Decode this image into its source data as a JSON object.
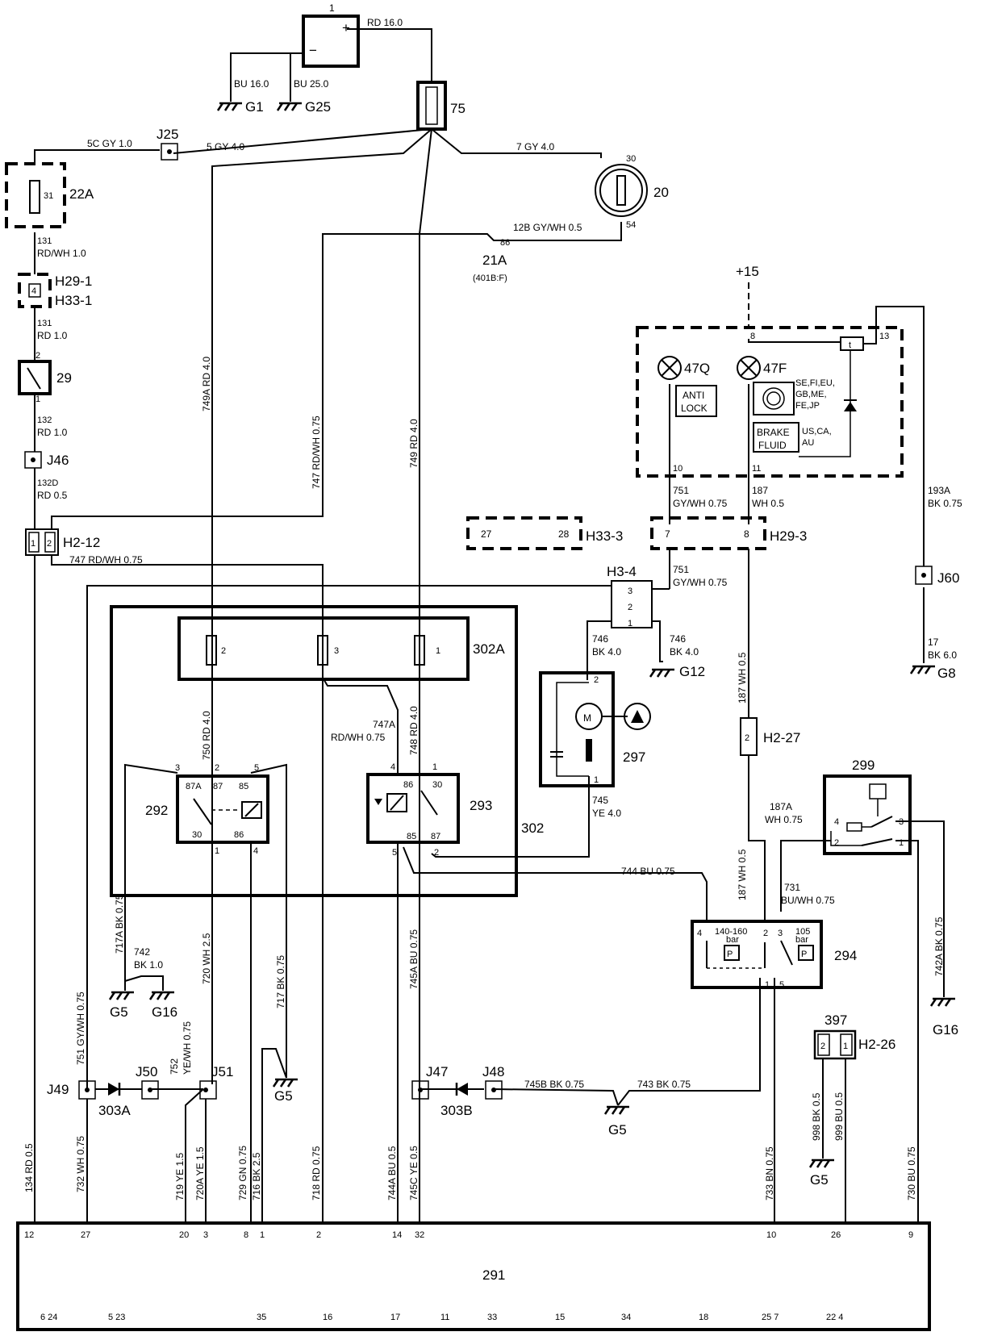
{
  "components": {
    "battery": "1",
    "fuse_box": "75",
    "ignition_switch": "20",
    "fuse_22a": "22A",
    "fuse_22a_pin": "31",
    "junction_21a": "21A",
    "junction_21a_ref": "(401B:F)",
    "junction_21a_pin": "86",
    "brake_switch": "29",
    "relay_box": "302",
    "fuse_block": "302A",
    "relay_292": "292",
    "relay_293": "293",
    "pump_motor": "297",
    "pressure_switch": "294",
    "switch_299": "299",
    "diode_303a": "303A",
    "diode_303b": "303B",
    "connector_397": "397",
    "control_unit": "291",
    "lamp_47q": "47Q",
    "lamp_47f": "47F",
    "plus15": "+15"
  },
  "connectors": {
    "h29_1": "H29-1",
    "h33_1": "H33-1",
    "h2_12": "H2-12",
    "h33_3": "H33-3",
    "h29_3": "H29-3",
    "h3_4": "H3-4",
    "h2_27": "H2-27",
    "h2_26": "H2-26"
  },
  "junctions": {
    "j25": "J25",
    "j46": "J46",
    "j49": "J49",
    "j50": "J50",
    "j51": "J51",
    "j47": "J47",
    "j48": "J48",
    "j60": "J60"
  },
  "grounds": {
    "g1": "G1",
    "g25": "G25",
    "g12": "G12",
    "g8": "G8",
    "g5": "G5",
    "g16": "G16"
  },
  "lamp_labels": {
    "anti": "ANTI",
    "lock": "LOCK",
    "brake": "BRAKE",
    "fluid": "FLUID",
    "markets1": "SE,FI,EU,",
    "markets2": "GB,ME,",
    "markets3": "FE,JP",
    "markets4": "US,CA,",
    "markets5": "AU"
  },
  "switch_294_labels": {
    "left": "140-160",
    "left_unit": "bar",
    "right": "105",
    "right_unit": "bar"
  },
  "wires": {
    "rd16": "RD 16.0",
    "bu16": "BU 16.0",
    "bu25": "BU 25.0",
    "w5c": "5C GY 1.0",
    "w5": "5 GY 4.0",
    "w7": "7 GY 4.0",
    "w12b": "12B GY/WH 0.5",
    "w131a": "131",
    "w131a_c": "RD/WH 1.0",
    "w131b": "131",
    "w131b_c": "RD 1.0",
    "w132": "132",
    "w132_c": "RD 1.0",
    "w132d": "132D",
    "w132d_c": "RD 0.5",
    "w749a": "749A RD 4.0",
    "w747": "747 RD/WH 0.75",
    "w749": "749 RD 4.0",
    "w747b": "747 RD/WH 0.75",
    "w751a": "751",
    "w751a_c": "GY/WH 0.75",
    "w187": "187",
    "w187_c": "WH 0.5",
    "w751b": "751",
    "w751b_c": "GY/WH 0.75",
    "w193a": "193A",
    "w193a_c": "BK 0.75",
    "w17": "17",
    "w17_c": "BK 6.0",
    "w746a": "746",
    "w746a_c": "BK 4.0",
    "w746b": "746",
    "w746b_c": "BK 4.0",
    "w187v": "187 WH 0.5",
    "w750": "750 RD 4.0",
    "w747a": "747A",
    "w747a_c": "RD/WH 0.75",
    "w748": "748 RD 4.0",
    "w745": "745",
    "w745_c": "YE 4.0",
    "w187a": "187A",
    "w187a_c": "WH 0.75",
    "w187v2": "187 WH 0.5",
    "w744": "744 BU 0.75",
    "w731": "731",
    "w731_c": "BU/WH 0.75",
    "w717a": "717A BK 0.75",
    "w742": "742",
    "w742_c": "BK 1.0",
    "w720": "720 WH 2.5",
    "w717": "717 BK 0.75",
    "w745a": "745A BU 0.75",
    "w742a": "742A BK 0.75",
    "w751c": "751 GY/WH 0.75",
    "w752": "752",
    "w752_c": "YE/WH 0.75",
    "w745b": "745B BK 0.75",
    "w743": "743 BK 0.75",
    "w998": "998 BK 0.5",
    "w999": "999 BU 0.5",
    "w134": "134 RD 0.5",
    "w732": "732 WH 0.75",
    "w719": "719 YE 1.5",
    "w720a": "720A YE 1.5",
    "w729": "729 GN 0.75",
    "w716": "716 BK 2.5",
    "w718": "718 RD 0.75",
    "w744a": "744A BU 0.5",
    "w745c": "745C YE 0.5",
    "w733": "733 BN 0.75",
    "w730": "730 BU 0.75"
  },
  "pins": {
    "bat_plus": "+",
    "bat_minus": "−",
    "ign30": "30",
    "ign54": "54",
    "h29_1_4": "4",
    "sw29_2": "2",
    "sw29_1": "1",
    "h2_12_1": "1",
    "h2_12_2": "2",
    "h33_3_27": "27",
    "h33_3_28": "28",
    "h29_3_7": "7",
    "h29_3_8": "8",
    "h3_4_3": "3",
    "h3_4_2": "2",
    "h3_4_1": "1",
    "lamp_8": "8",
    "lamp_13": "13",
    "lamp_10": "10",
    "lamp_11": "11",
    "lamp_t": "t",
    "f2": "2",
    "f3": "3",
    "f1": "1",
    "r292_3": "3",
    "r292_2": "2",
    "r292_5": "5",
    "r292_87a": "87A",
    "r292_87": "87",
    "r292_85": "85",
    "r292_30": "30",
    "r292_86": "86",
    "r292_1": "1",
    "r292_4": "4",
    "r293_4": "4",
    "r293_1": "1",
    "r293_86": "86",
    "r293_30": "30",
    "r293_85": "85",
    "r293_87": "87",
    "r293_5": "5",
    "r293_2": "2",
    "m_2": "2",
    "m_1": "1",
    "m_M": "M",
    "h2_27_2": "2",
    "s299_4": "4",
    "s299_3": "3",
    "s299_2": "2",
    "s299_1": "1",
    "p294_4": "4",
    "p294_2": "2",
    "p294_3": "3",
    "p294_1": "1",
    "p294_5": "5",
    "p294_P": "P",
    "h2_26_2": "2",
    "h2_26_1": "1"
  },
  "ecu_pins_top": [
    "12",
    "27",
    "20",
    "3",
    "8",
    "1",
    "2",
    "14",
    "32",
    "10",
    "26",
    "9"
  ],
  "ecu_pins_bottom": [
    "6 24",
    "5 23",
    "35",
    "16",
    "17",
    "11",
    "33",
    "15",
    "34",
    "18",
    "25 7",
    "22 4"
  ]
}
